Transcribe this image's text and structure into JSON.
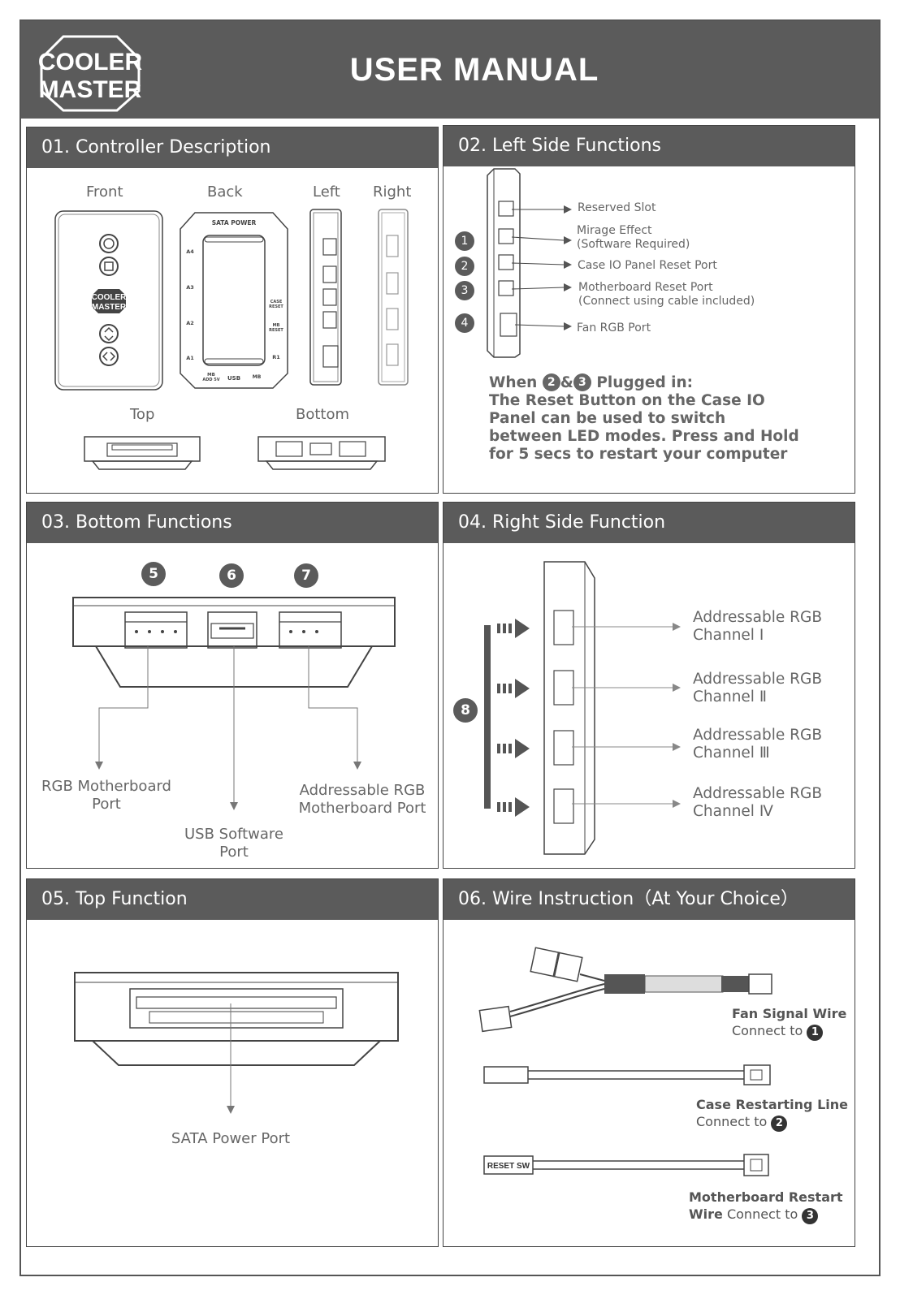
{
  "header": {
    "brand_line1": "COOLER",
    "brand_line2": "MASTER",
    "title": "USER MANUAL"
  },
  "s1": {
    "title": "01. Controller Description",
    "views": {
      "front": "Front",
      "back": "Back",
      "left": "Left",
      "right": "Right",
      "top": "Top",
      "bottom": "Bottom"
    },
    "back_labels": {
      "sata": "SATA POWER",
      "a4": "A4",
      "a3": "A3",
      "a2": "A2",
      "a1": "A1",
      "case": "CASE",
      "reset": "RESET",
      "mb": "MB",
      "mb_reset": "RESET",
      "r1": "R1",
      "mb_add": "MB",
      "add": "ADD 5V",
      "usb": "USB",
      "mb12": "MB"
    },
    "front_logo1": "COOLER",
    "front_logo2": "MASTER"
  },
  "s2": {
    "title": "02. Left Side Functions",
    "ports": [
      "Reserved Slot",
      "Mirage Effect",
      "(Software Required)",
      "Case IO Panel Reset Port",
      "Motherboard Reset Port",
      "(Connect using cable included)",
      "Fan RGB Port"
    ],
    "badges": [
      "1",
      "2",
      "3",
      "4"
    ],
    "note": {
      "when": "When",
      "b2": "2",
      "amp": "&",
      "b3": "3",
      "plugged": "Plugged in:",
      "line2": "The Reset Button on the Case IO",
      "line3": "Panel can be used to switch",
      "line4": "between LED modes. Press and Hold",
      "line5": "for 5 secs to restart your computer"
    }
  },
  "s3": {
    "title": "03. Bottom Functions",
    "badges": [
      "5",
      "6",
      "7"
    ],
    "rgb_mb_1": "RGB Motherboard",
    "rgb_mb_2": "Port",
    "usb_1": "USB Software",
    "usb_2": "Port",
    "argb_mb_1": "Addressable RGB",
    "argb_mb_2": "Motherboard Port"
  },
  "s4": {
    "title": "04. Right Side Function",
    "badge": "8",
    "channels": [
      {
        "l1": "Addressable RGB",
        "l2": "Channel Ⅰ"
      },
      {
        "l1": "Addressable RGB",
        "l2": "Channel Ⅱ"
      },
      {
        "l1": "Addressable RGB",
        "l2": "Channel Ⅲ"
      },
      {
        "l1": "Addressable RGB",
        "l2": "Channel Ⅳ"
      }
    ]
  },
  "s5": {
    "title": "05. Top Function",
    "sata": "SATA Power Port"
  },
  "s6": {
    "title": "06. Wire Instruction（At Your Choice）",
    "fan": {
      "name": "Fan Signal Wire",
      "connect": "Connect to",
      "num": "1"
    },
    "case": {
      "name": "Case Restarting Line",
      "connect": "Connect to",
      "num": "2"
    },
    "mb": {
      "name1": "Motherboard Restart",
      "name2": "Wire",
      "connect": "Connect to",
      "num": "3"
    },
    "reset_sw": "RESET SW"
  },
  "colors": {
    "header_bg": "#5b5b5b",
    "text": "#666666",
    "line": "#444444"
  }
}
